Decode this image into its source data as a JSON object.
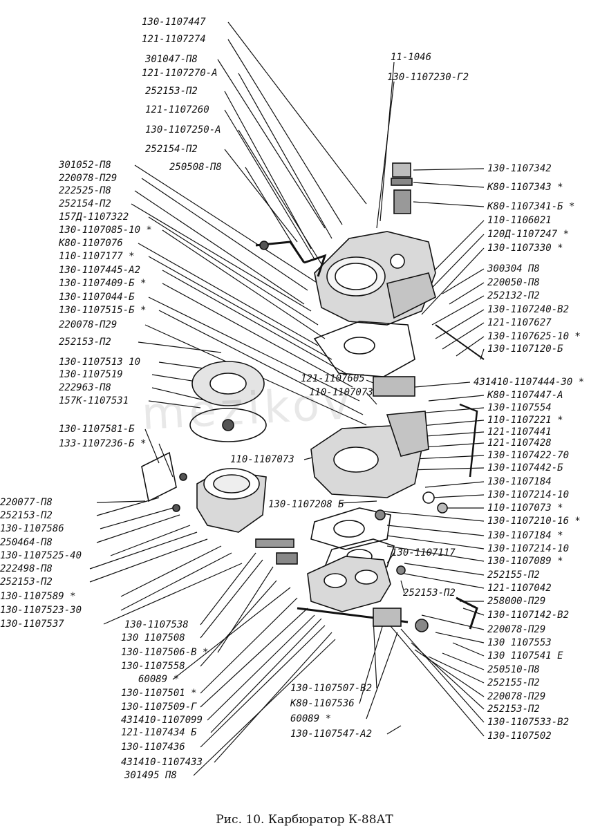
{
  "caption": "Рис. 10. Карбюратор К-88АТ",
  "watermark": "mezikov",
  "left_labels": [
    "130-1107447",
    "121-1107274",
    "301047-П8",
    "121-1107270-А",
    "252153-П2",
    "121-1107260",
    "130-1107250-А",
    "252154-П2",
    "250508-П8",
    "301052-П8",
    "220078-П29",
    "222525-П8",
    "252154-П2",
    "157Д-1107322",
    "130-1107085-10 *",
    "К80-1107076",
    "110-1107177 *",
    "130-1107445-А2",
    "130-1107409-Б *",
    "130-1107044-Б",
    "130-1107515-Б *",
    "220078-П29",
    "252153-П2",
    "130-1107513 10",
    "130-1107519",
    "222963-П8",
    "157К-1107531",
    "130-1107581-Б",
    "133-1107236-Б *",
    "220077-П8",
    "252153-П2",
    "130-1107586",
    "250464-П8",
    "130-1107525-40",
    "222498-П8",
    "252153-П2",
    "130-1107589 *",
    "130-1107523-30",
    "130-1107537"
  ],
  "right_labels": [
    "11-1046",
    "130-1107230-Г2",
    "130-1107342",
    "К80-1107343 *",
    "К80-1107341-Б *",
    "110-1106021",
    "120Д-1107247 *",
    "130-1107330 *",
    "300304 П8",
    "220050-П8",
    "252132-П2",
    "130-1107240-В2",
    "121-1107627",
    "130-1107625-10 *",
    "130-1107120-Б",
    "431410-1107444-30 *",
    "К80-1107447-А",
    "130-1107554",
    "110-1107221 *",
    "121-1107441",
    "121-1107428",
    "130-1107422-70",
    "130-1107442-Б",
    "130-1107184",
    "130-1107214-10",
    "110-1107073 *",
    "130-1107210-16 *",
    "130-1107184 *",
    "130-1107214-10",
    "130-1107089 *",
    "252155-П2",
    "121-1107042",
    "258000-П29",
    "130-1107142-В2",
    "220078-П29",
    "130 1107553",
    "130 1107541 Е",
    "250510-П8",
    "252155-П2",
    "220078-П29",
    "252153-П2",
    "130-1107533-В2",
    "130-1107502"
  ],
  "center_labels": [
    "121-1107605",
    "110-1107073",
    "110-1107073",
    "130-1107208 Б",
    "130-1107117",
    "252153-П2"
  ],
  "bottom_labels": [
    "130-1107538",
    "130 1107508",
    "130-1107506-В *",
    "130-1107558",
    "60089 *",
    "130-1107501 *",
    "130-1107509-Г",
    "431410-1107099",
    "121-1107434 Б",
    "130-1107436",
    "431410-1107433",
    "301495 П8",
    "130-1107507-В2",
    "К80-1107536",
    "60089 *",
    "130-1107547-А2"
  ],
  "colors": {
    "ink": "#111111",
    "paper": "#ffffff",
    "part_fill": "#d9d9d9",
    "part_dark": "#555555"
  }
}
